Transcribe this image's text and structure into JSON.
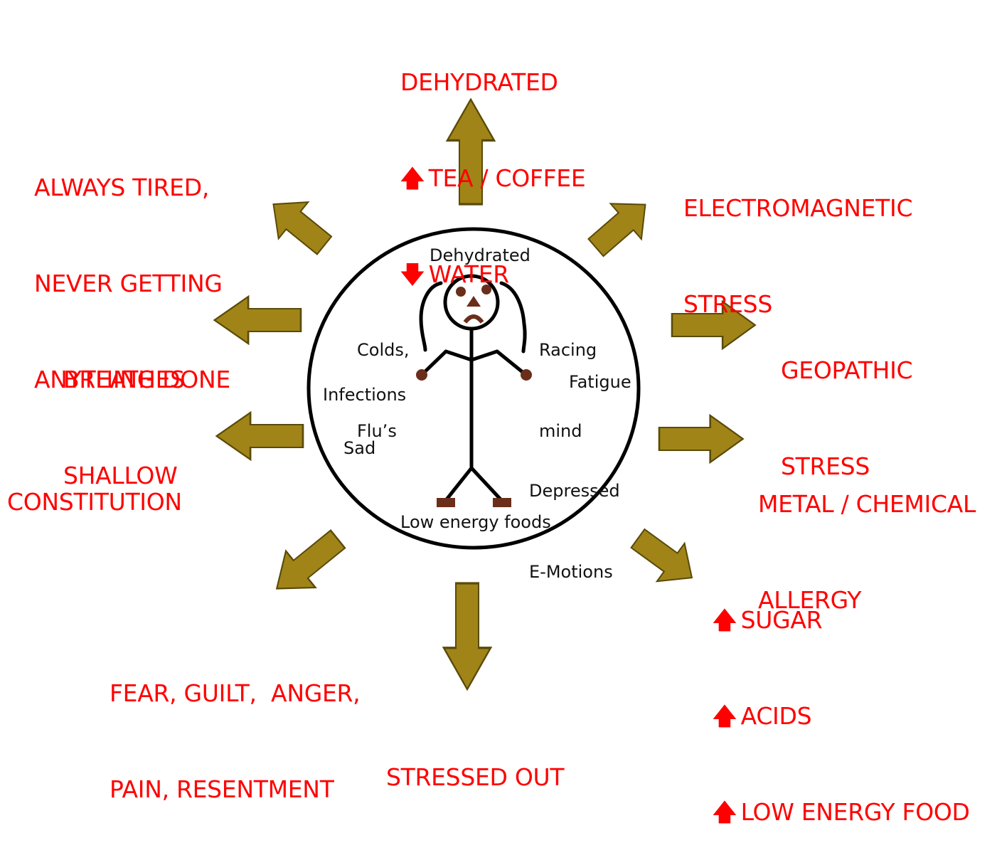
{
  "colors": {
    "arrow_fill": "#a08418",
    "arrow_stroke": "#5a4a08",
    "label": "#ff0000",
    "inner_text": "#111111",
    "circle_stroke": "#000000",
    "figure_brown": "#6a2e1a"
  },
  "center": {
    "figure": "sad-stick-figure",
    "words": {
      "dehydrated": "Dehydrated",
      "colds": [
        "Colds,",
        "Flu’s"
      ],
      "racing": [
        "Racing",
        "mind"
      ],
      "infections": "Infections",
      "fatigue": "Fatigue",
      "sad": "Sad",
      "depressed": [
        "Depressed",
        "E-Motions"
      ],
      "low_energy": "Low energy foods"
    }
  },
  "labels": {
    "top": [
      {
        "arrow": "",
        "text": "DEHYDRATED"
      },
      {
        "arrow": "up-arrow",
        "glyph": "🡅",
        "text": "TEA / COFFEE"
      },
      {
        "arrow": "down-arrow",
        "glyph": "🡇",
        "text": "WATER"
      }
    ],
    "top_left": [
      "ALWAYS TIRED,",
      "NEVER GETTING",
      "ANYTHING DONE"
    ],
    "top_right": [
      "ELECTROMAGNETIC",
      "STRESS"
    ],
    "left_upper": [
      "BREATHES",
      "SHALLOW"
    ],
    "right_upper": [
      "GEOPATHIC",
      "STRESS"
    ],
    "left_lower": [
      "CONSTITUTION"
    ],
    "right_lower": [
      "METAL / CHEMICAL",
      "ALLERGY"
    ],
    "bottom_left": [
      "FEAR, GUILT,  ANGER,",
      "PAIN, RESENTMENT"
    ],
    "bottom_right": [
      {
        "arrow": "up-arrow",
        "glyph": "🡅",
        "text": "SUGAR"
      },
      {
        "arrow": "up-arrow",
        "glyph": "🡅",
        "text": "ACIDS"
      },
      {
        "arrow": "up-arrow",
        "glyph": "🡅",
        "text": "LOW ENERGY FOOD"
      }
    ],
    "bottom": [
      "STRESSED OUT"
    ]
  }
}
